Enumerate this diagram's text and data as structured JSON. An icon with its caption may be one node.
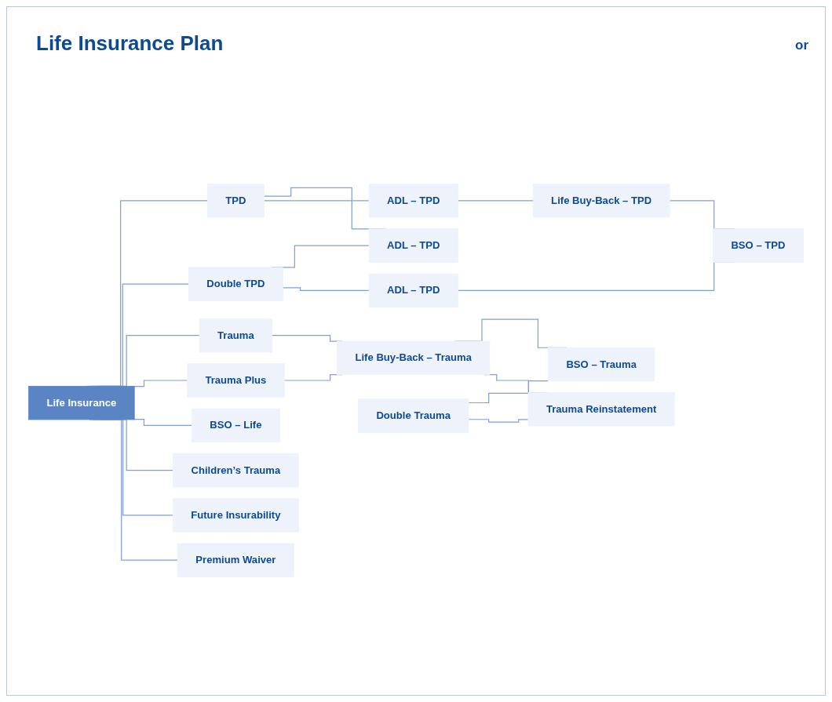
{
  "diagram": {
    "title": "Life Insurance Plan",
    "nodes": [
      {
        "text": [
          "Life Insurance"
        ]
      },
      {
        "text": [
          "TPD"
        ]
      },
      {
        "text": [
          "ADL – TPD"
        ]
      },
      {
        "text": [
          "Life Buy-Back – TPD"
        ]
      },
      {
        "text": [
          "Double TPD"
        ]
      },
      {
        "text": [
          "ADL – TPD"
        ]
      },
      {
        "text": [
          "BSO – TPD"
        ]
      },
      {
        "text": [
          "ADL – TPD"
        ]
      },
      {
        "text": [
          "Trauma"
        ]
      },
      {
        "text": [
          "Life Buy-Back – Trauma"
        ]
      },
      {
        "text": [
          "Double Trauma"
        ]
      },
      {
        "text": [
          "Trauma Plus"
        ]
      },
      {
        "text": [
          "BSO – Life"
        ]
      },
      {
        "text": [
          "BSO – Trauma"
        ]
      },
      {
        "text": [
          "Children’s Trauma"
        ]
      },
      {
        "text": [
          "Trauma Reinstatement"
        ]
      },
      {
        "text": [
          "Future Insurability"
        ]
      },
      {
        "text": [
          "Premium Waiver"
        ]
      }
    ],
    "edges": [
      {
        "from": 0,
        "to": 1,
        "arrow": "none"
      },
      {
        "from": 0,
        "to": 4,
        "arrow": "none"
      },
      {
        "from": 0,
        "to": 8,
        "arrow": "none"
      },
      {
        "from": 0,
        "to": 11,
        "arrow": "none"
      },
      {
        "from": 0,
        "to": 12,
        "arrow": "none"
      },
      {
        "from": 0,
        "to": 14,
        "arrow": "none"
      },
      {
        "from": 0,
        "to": 16,
        "arrow": "none"
      },
      {
        "from": 0,
        "to": 17,
        "arrow": "none"
      },
      {
        "from": 1,
        "to": 7,
        "arrow": "none"
      },
      {
        "from": 4,
        "to": 7,
        "arrow": "none"
      },
      {
        "from": 1,
        "to": 2,
        "arrow": "none"
      },
      {
        "from": 2,
        "to": 3,
        "arrow": "none"
      },
      {
        "from": 4,
        "to": 5,
        "arrow": "none"
      },
      {
        "from": 5,
        "to": 6,
        "arrow": "none"
      },
      {
        "from": 3,
        "to": 6,
        "arrow": "none"
      },
      {
        "from": 8,
        "to": 9,
        "arrow": "none"
      },
      {
        "from": 11,
        "to": 9,
        "arrow": "none"
      },
      {
        "from": 9,
        "to": 13,
        "arrow": "none"
      },
      {
        "from": 9,
        "to": 15,
        "arrow": "none"
      },
      {
        "from": 10,
        "to": 13,
        "arrow": "none"
      },
      {
        "from": 10,
        "to": 15,
        "arrow": "none"
      }
    ],
    "labels": [
      "or"
    ]
  }
}
